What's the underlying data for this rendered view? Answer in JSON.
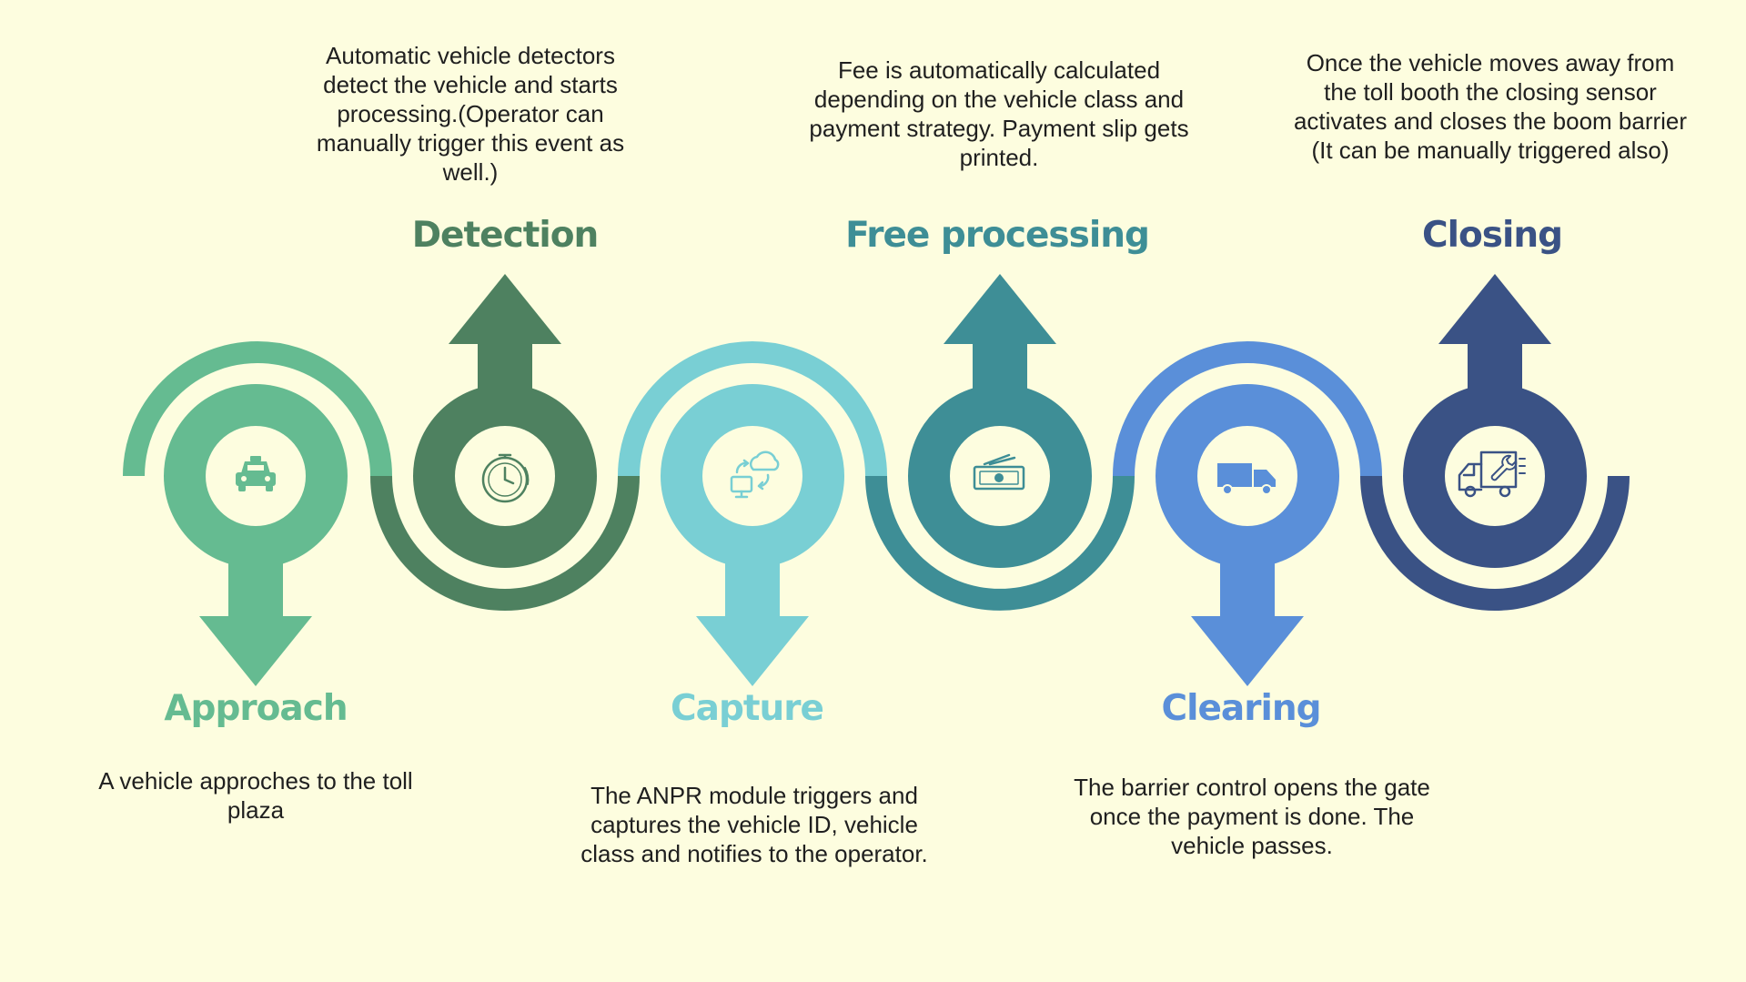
{
  "colors": {
    "background": "#fdfddf",
    "approach": "#65bb91",
    "detection": "#4e8160",
    "capture": "#79cfd4",
    "processing": "#3e8e96",
    "clearing": "#5a8fd9",
    "closing": "#3a5285"
  },
  "steps": [
    {
      "title": "Approach",
      "description": "A vehicle approches to the toll plaza",
      "icon": "taxi-icon"
    },
    {
      "title": "Detection",
      "description": "Automatic vehicle detectors detect the vehicle and starts processing.(Operator can manually trigger this event as well.)",
      "icon": "stopwatch-icon"
    },
    {
      "title": "Capture",
      "description": "The ANPR module triggers and captures the vehicle ID, vehicle class and notifies to the operator.",
      "icon": "cloud-sync-icon"
    },
    {
      "title": "Free processing",
      "description": "Fee is automatically calculated depending on the vehicle class and payment strategy. Payment slip gets printed.",
      "icon": "money-icon"
    },
    {
      "title": "Clearing",
      "description": "The barrier control opens the gate once the payment is done. The vehicle passes.",
      "icon": "truck-icon"
    },
    {
      "title": "Closing",
      "description": "Once the vehicle moves away from the toll booth the closing sensor activates and closes the boom barrier (It can be manually triggered also)",
      "icon": "truck-repair-icon"
    }
  ]
}
